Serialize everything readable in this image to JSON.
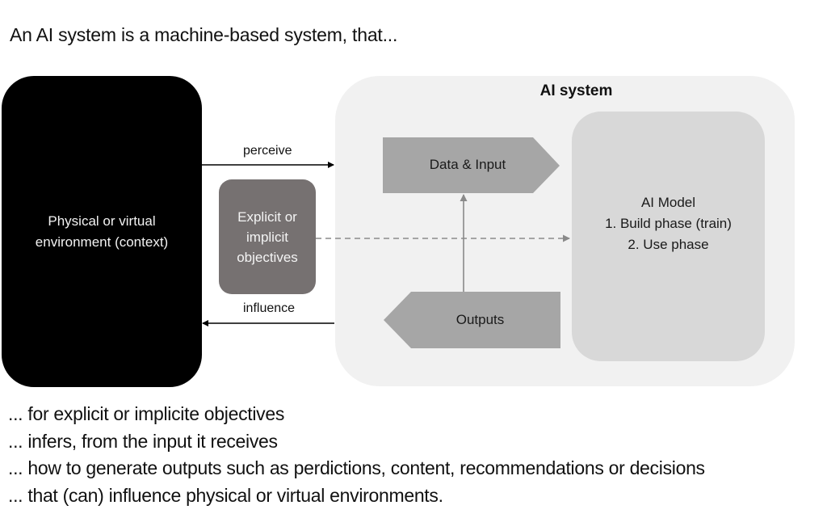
{
  "heading": "An AI system is a machine-based system, that...",
  "environment": {
    "label": "Physical or virtual\nenvironment (context)",
    "fill_color": "#000000"
  },
  "objectives": {
    "label": "Explicit or\nimplicit\nobjectives",
    "fill_color": "#767171"
  },
  "arrows": {
    "perceive_label": "perceive",
    "influence_label": "influence"
  },
  "ai_system": {
    "title": "AI system",
    "fill_color": "#f1f1f1",
    "data_input_label": "Data & Input",
    "outputs_label": "Outputs",
    "shape_color": "#a6a6a6",
    "model": {
      "fill_color": "#d8d8d8",
      "title": "AI Model",
      "phases": [
        "1. Build phase (train)",
        "2. Use phase"
      ]
    }
  },
  "bullets": [
    "... for explicit or implicite objectives",
    "... infers, from the input it receives",
    "... how to generate outputs such as perdictions, content, recommendations or decisions",
    "... that (can) influence physical or virtual environments."
  ]
}
